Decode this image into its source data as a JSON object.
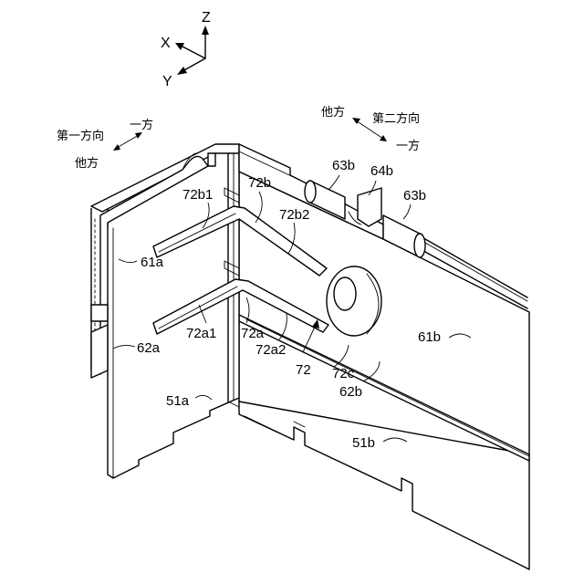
{
  "axes": {
    "z": "Z",
    "x": "X",
    "y": "Y"
  },
  "directions": {
    "first": {
      "label": "第一方向",
      "one_side": "一方",
      "other_side": "他方"
    },
    "second": {
      "label": "第二方向",
      "one_side": "一方",
      "other_side": "他方"
    }
  },
  "labels": {
    "l63b_top": "63b",
    "l64b": "64b",
    "l63b_right": "63b",
    "l72b1": "72b1",
    "l72b": "72b",
    "l72b2": "72b2",
    "l61a": "61a",
    "l62a": "62a",
    "l72a1": "72a1",
    "l72a": "72a",
    "l72a2": "72a2",
    "l72": "72",
    "l72c": "72c",
    "l62b": "62b",
    "l61b": "61b",
    "l51a": "51a",
    "l51b": "51b"
  }
}
